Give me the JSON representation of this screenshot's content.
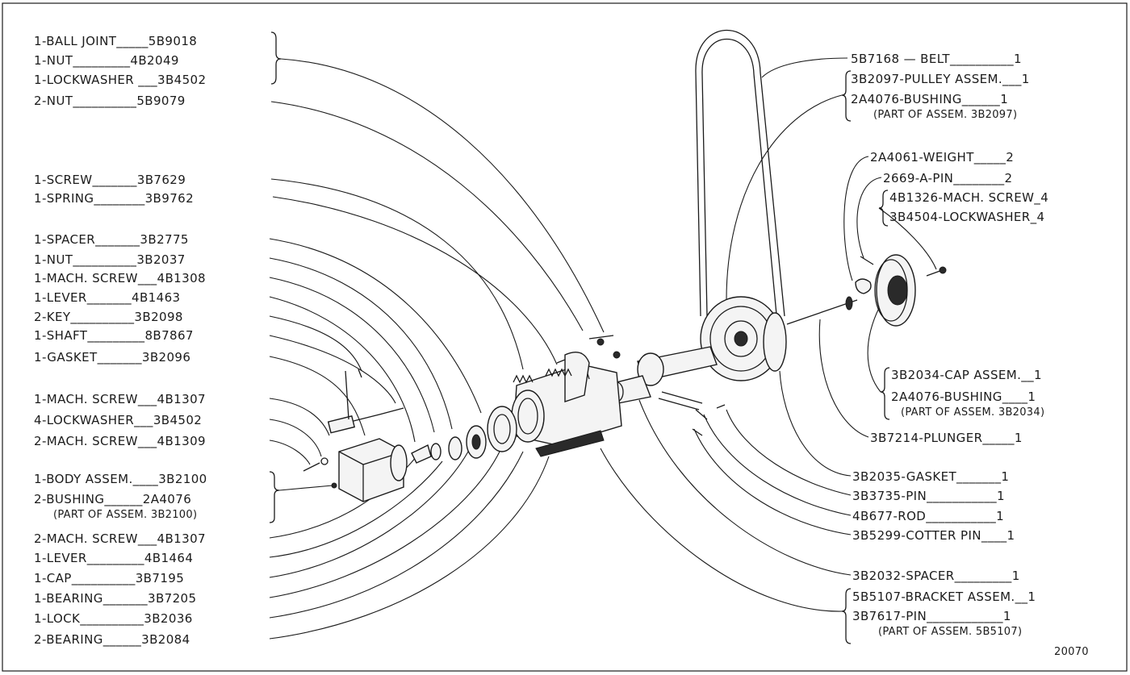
{
  "diagram": {
    "left_labels": [
      {
        "text": "1-BALL JOINT_____5B9018"
      },
      {
        "text": "1-NUT_________4B2049"
      },
      {
        "text": "1-LOCKWASHER ___3B4502"
      },
      {
        "text": "2-NUT__________5B9079"
      },
      {
        "text": "1-SCREW_______3B7629"
      },
      {
        "text": "1-SPRING________3B9762"
      },
      {
        "text": "1-SPACER_______3B2775"
      },
      {
        "text": "1-NUT__________3B2037"
      },
      {
        "text": "1-MACH. SCREW___4B1308"
      },
      {
        "text": "1-LEVER_______4B1463"
      },
      {
        "text": "2-KEY__________3B2098"
      },
      {
        "text": "1-SHAFT_________8B7867"
      },
      {
        "text": "1-GASKET_______3B2096"
      },
      {
        "text": "1-MACH. SCREW___4B1307"
      },
      {
        "text": "4-LOCKWASHER___3B4502"
      },
      {
        "text": "2-MACH. SCREW___4B1309"
      },
      {
        "text": "1-BODY ASSEM.____3B2100"
      },
      {
        "text": "2-BUSHING______2A4076"
      },
      {
        "text": "(PART OF ASSEM. 3B2100)"
      },
      {
        "text": "2-MACH. SCREW___4B1307"
      },
      {
        "text": "1-LEVER_________4B1464"
      },
      {
        "text": "1-CAP__________3B7195"
      },
      {
        "text": "1-BEARING_______3B7205"
      },
      {
        "text": "1-LOCK__________3B2036"
      },
      {
        "text": "2-BEARING______3B2084"
      }
    ],
    "right_labels": [
      {
        "text": "5B7168 — BELT__________1"
      },
      {
        "text": "3B2097-PULLEY ASSEM.___1"
      },
      {
        "text": "2A4076-BUSHING______1"
      },
      {
        "text": "(PART OF ASSEM. 3B2097)"
      },
      {
        "text": "2A4061-WEIGHT_____2"
      },
      {
        "text": "2669-A-PIN________2"
      },
      {
        "text": "4B1326-MACH. SCREW_4"
      },
      {
        "text": "3B4504-LOCKWASHER_4"
      },
      {
        "text": "3B2034-CAP ASSEM.__1"
      },
      {
        "text": "2A4076-BUSHING____1"
      },
      {
        "text": "(PART OF ASSEM. 3B2034)"
      },
      {
        "text": "3B7214-PLUNGER_____1"
      },
      {
        "text": "3B2035-GASKET_______1"
      },
      {
        "text": "3B3735-PIN___________1"
      },
      {
        "text": "4B677-ROD___________1"
      },
      {
        "text": "3B5299-COTTER PIN____1"
      },
      {
        "text": "3B2032-SPACER_________1"
      },
      {
        "text": "5B5107-BRACKET ASSEM.__1"
      },
      {
        "text": "3B7617-PIN____________1"
      },
      {
        "text": "(PART OF ASSEM. 5B5107)"
      }
    ],
    "figure_number": "20070"
  }
}
